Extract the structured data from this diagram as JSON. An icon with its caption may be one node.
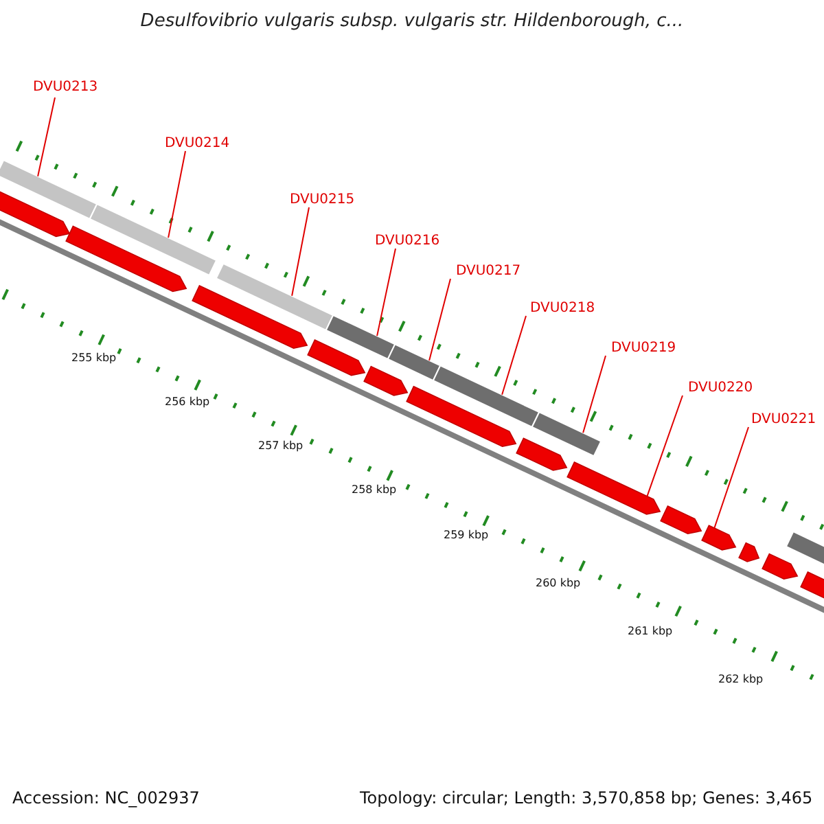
{
  "diagram": {
    "title": "Desulfovibrio vulgaris subsp. vulgaris str. Hildenborough, c...",
    "nodes": [
      {
        "text": [
          "DVU0213"
        ]
      },
      {
        "text": [
          "DVU0214"
        ]
      },
      {
        "text": [
          "DVU0215"
        ]
      },
      {
        "text": [
          "DVU0216"
        ]
      },
      {
        "text": [
          "DVU0217"
        ]
      },
      {
        "text": [
          "DVU0218"
        ]
      },
      {
        "text": [
          "DVU0219"
        ]
      },
      {
        "text": [
          "DVU0220"
        ]
      },
      {
        "text": [
          "DVU0221"
        ]
      },
      {
        "text": [],
        "shape": "bar"
      },
      {
        "text": [],
        "shape": "bar"
      },
      {
        "text": [],
        "shape": "bar"
      },
      {
        "text": [],
        "shape": "bar"
      },
      {
        "text": [],
        "shape": "bar"
      },
      {
        "text": [],
        "shape": "bar"
      },
      {
        "text": [],
        "shape": "bar"
      },
      {
        "text": [],
        "shape": "bar"
      },
      {
        "text": [],
        "shape": "bar"
      },
      {
        "text": [],
        "shape": "bar"
      },
      {
        "text": [],
        "shape": "bar"
      },
      {
        "text": [],
        "shape": "bar"
      },
      {
        "text": [],
        "shape": "bar"
      },
      {
        "text": [],
        "shape": "bar"
      },
      {
        "text": [],
        "shape": "bar"
      },
      {
        "text": [],
        "shape": "bar"
      },
      {
        "text": [],
        "shape": "bar"
      },
      {
        "text": [],
        "shape": "bar"
      },
      {
        "text": [],
        "shape": "bar"
      },
      {
        "text": [],
        "shape": "bar"
      },
      {
        "text": [],
        "shape": "bar"
      }
    ],
    "edges": [
      {
        "from": 0,
        "to": 9,
        "arrow": "none"
      },
      {
        "from": 1,
        "to": 10,
        "arrow": "none"
      },
      {
        "from": 2,
        "to": 11,
        "arrow": "none"
      },
      {
        "from": 3,
        "to": 12,
        "arrow": "none"
      },
      {
        "from": 4,
        "to": 13,
        "arrow": "none"
      },
      {
        "from": 5,
        "to": 14,
        "arrow": "none"
      },
      {
        "from": 6,
        "to": 15,
        "arrow": "none"
      },
      {
        "from": 7,
        "to": 16,
        "arrow": "none"
      },
      {
        "from": 8,
        "to": 17,
        "arrow": "none"
      }
    ],
    "labels": [
      "255 kbp",
      "256 kbp",
      "257 kbp",
      "258 kbp",
      "259 kbp",
      "260 kbp",
      "261 kbp",
      "262 kbp",
      "Accession: NC_002937",
      "Topology: circular; Length: 3,570,858 bp; Genes: 3,465"
    ]
  }
}
